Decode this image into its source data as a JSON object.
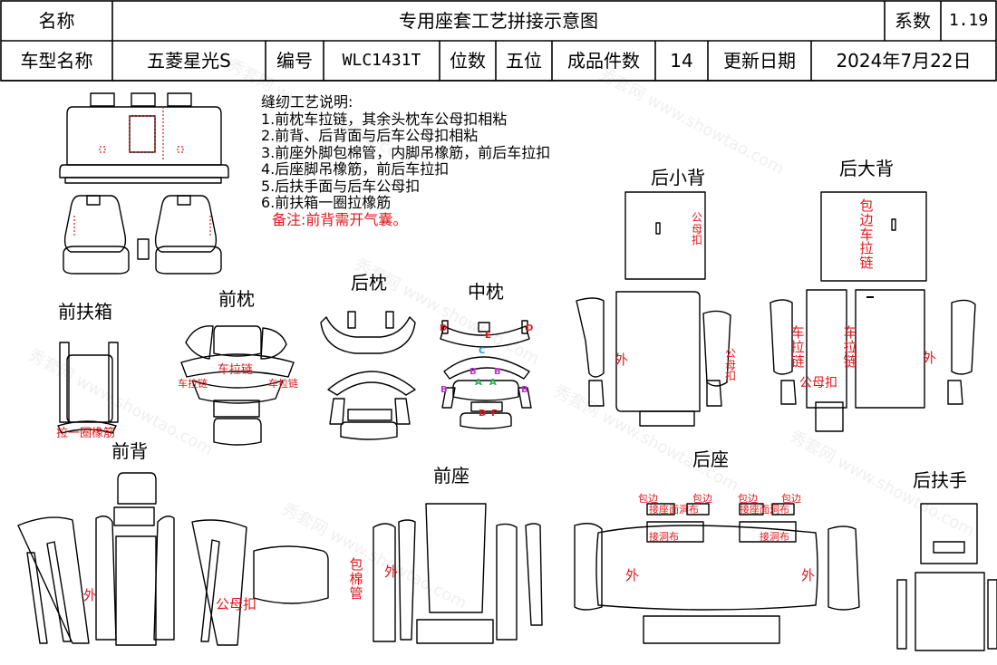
{
  "header": {
    "name_label": "名称",
    "title": "专用座套工艺拼接示意图",
    "coef_label": "系数",
    "coef_value": "1.19",
    "model_label": "车型名称",
    "model_value": "五菱星光S",
    "code_label": "编号",
    "code_value": "WLC1431T",
    "seats_label": "位数",
    "seats_value": "五位",
    "pieces_label": "成品件数",
    "pieces_value": "14",
    "date_label": "更新日期",
    "date_value": "2024年7月22日"
  },
  "notes": {
    "title": "缝纫工艺说明:",
    "items": [
      "1.前枕车拉链，其余头枕车公母扣相粘",
      "2.前背、后背面与后车公母扣相粘",
      "3.前座外脚包棉管，内脚吊橡筋，前后车拉扣",
      "4.后座脚吊橡筋，前后车拉扣",
      "5.后扶手面与后车公母扣",
      "6.前扶箱一圈拉橡筋"
    ],
    "remark": "备注:前背需开气囊。"
  },
  "sections": {
    "front_armbox": "前扶箱",
    "front_headrest": "前枕",
    "rear_headrest": "后枕",
    "middle_headrest": "中枕",
    "rear_small_back": "后小背",
    "rear_big_back": "后大背",
    "front_back": "前背",
    "front_seat": "前座",
    "rear_seat": "后座",
    "rear_armrest": "后扶手"
  },
  "annotations": {
    "zipper": "车拉链",
    "elastic_loop": "拉一圈橡筋",
    "outer": "外",
    "male_female": "公母扣",
    "binding": "包边",
    "binding_zipper": "包边车拉链",
    "cotton_tube": "包棉管",
    "join_cushion_hole": "接座面洞布",
    "hole_cloth": "接洞布",
    "m_a": "A",
    "m_b": "B",
    "m_c": "C",
    "m_d": "D",
    "m_e": "E",
    "m_f": "F"
  },
  "watermark": "秀套网 www.showtao.com",
  "colors": {
    "line": "#000000",
    "annotation": "#e0161b",
    "mark_a": "#22b14c",
    "mark_b": "#c030d0",
    "mark_c": "#1aa0d8"
  }
}
